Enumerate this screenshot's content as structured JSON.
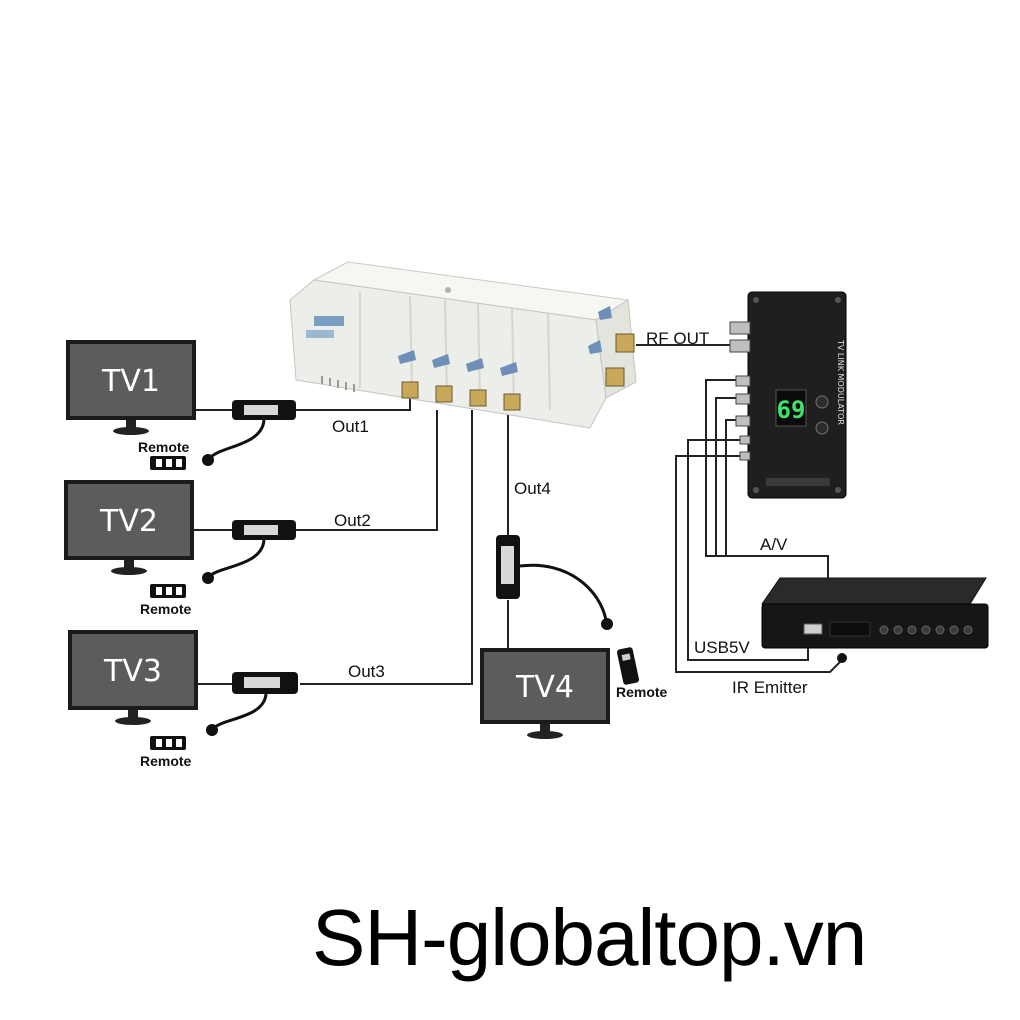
{
  "amplifier": {
    "outputs": [
      {
        "label": "Out1",
        "channel": "1"
      },
      {
        "label": "Out2",
        "channel": "2"
      },
      {
        "label": "Out3",
        "channel": "3"
      },
      {
        "label": "Out4",
        "channel": "4"
      }
    ]
  },
  "modulator": {
    "rf_out_label": "RF OUT",
    "display_value": "69",
    "vertical_text": "TV LINK MODULATOR"
  },
  "tvs": [
    {
      "label": "TV1",
      "remote_label": "Remote"
    },
    {
      "label": "TV2",
      "remote_label": "Remote"
    },
    {
      "label": "TV3",
      "remote_label": "Remote"
    },
    {
      "label": "TV4",
      "remote_label": "Remote"
    }
  ],
  "set_top_box": {
    "av_label": "A/V",
    "usb_label": "USB5V",
    "ir_label": "IR Emitter"
  },
  "watermark": "SH-globaltop.vn",
  "colors": {
    "tv_screen": "#5c5c5c",
    "tv_frame": "#1b1b1b",
    "amplifier_body": "#eef0ec",
    "modulator_body": "#1f1f1f",
    "display_digits": "#3ee36a"
  }
}
